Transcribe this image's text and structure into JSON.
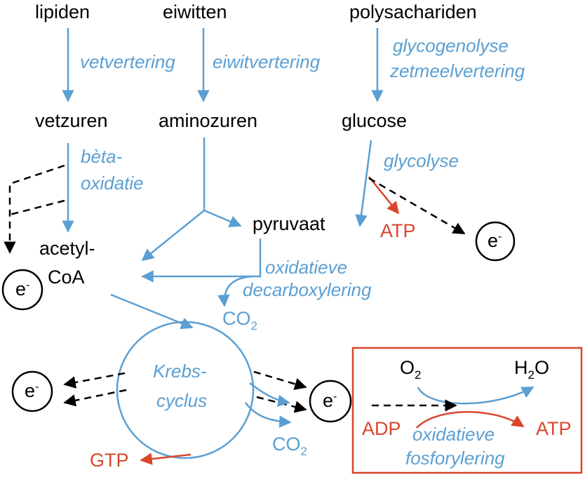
{
  "colors": {
    "blue": "#5b9fd2",
    "red": "#d9452b",
    "black": "#000000"
  },
  "labels": {
    "lipiden": "lipiden",
    "eiwitten": "eiwitten",
    "polysachariden": "polysachariden",
    "vetzuren": "vetzuren",
    "aminozuren": "aminozuren",
    "glucose": "glucose",
    "pyruvaat": "pyruvaat",
    "acetyl_line1": "acetyl-",
    "acetyl_line2": "CoA",
    "electron": "e",
    "electron_sup": "-",
    "gtp": "GTP",
    "atp_top": "ATP",
    "atp_box": "ATP",
    "adp": "ADP",
    "co2_main": "CO",
    "co2_krebs": "CO",
    "co2_sub": "2",
    "o2_main": "O",
    "o2_sub": "2",
    "h2o_h": "H",
    "h2o_sub": "2",
    "h2o_o": "O"
  },
  "processes": {
    "vetvertering": "vetvertering",
    "eiwitvertering": "eiwitvertering",
    "glycogenolyse": "glycogenolyse",
    "zetmeelvertering": "zetmeelvertering",
    "beta_line1": "bèta-",
    "beta_line2": "oxidatie",
    "glycolyse": "glycolyse",
    "oxdec_line1": "oxidatieve",
    "oxdec_line2": "decarboxylering",
    "krebs_line1": "Krebs-",
    "krebs_line2": "cyclus",
    "oxfos_line1": "oxidatieve",
    "oxfos_line2": "fosforylering"
  }
}
